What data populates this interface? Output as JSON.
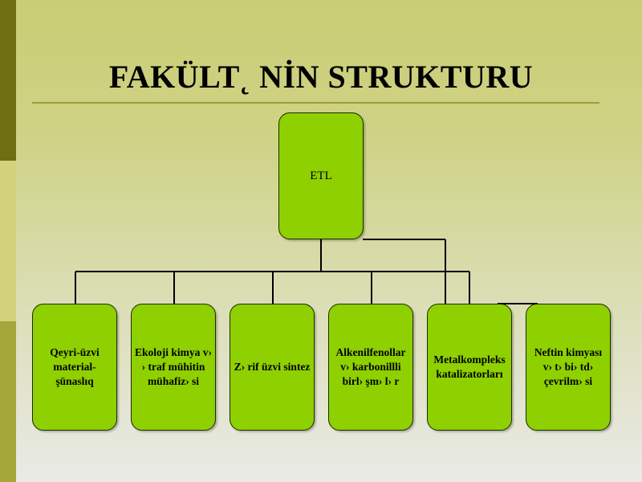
{
  "title": "FAKÜLT˛ NİN STRUKTURU",
  "diagram": {
    "root": {
      "label": "ETL"
    },
    "children": [
      {
        "label": "Qeyri-üzvi material-şünaslıq"
      },
      {
        "label": "Ekoloji kimya v› › traf mühitin mühafiz› si"
      },
      {
        "label": "Z› rif üzvi sintez"
      },
      {
        "label": "Alkenilfenollar v› karbonillli birl› şm› l› r"
      },
      {
        "label": "Metalkompleks katalizatorları"
      },
      {
        "label": "Neftin kimyası v› t› bi› td› çevrilm› si"
      }
    ]
  },
  "colors": {
    "node_fill": "#8fd000",
    "node_border": "#1c2a00",
    "title_rule": "#9d9e2f",
    "side_dark": "#6e6f13",
    "side_light": "#d2d27a",
    "side_mid": "#a6a73a"
  }
}
